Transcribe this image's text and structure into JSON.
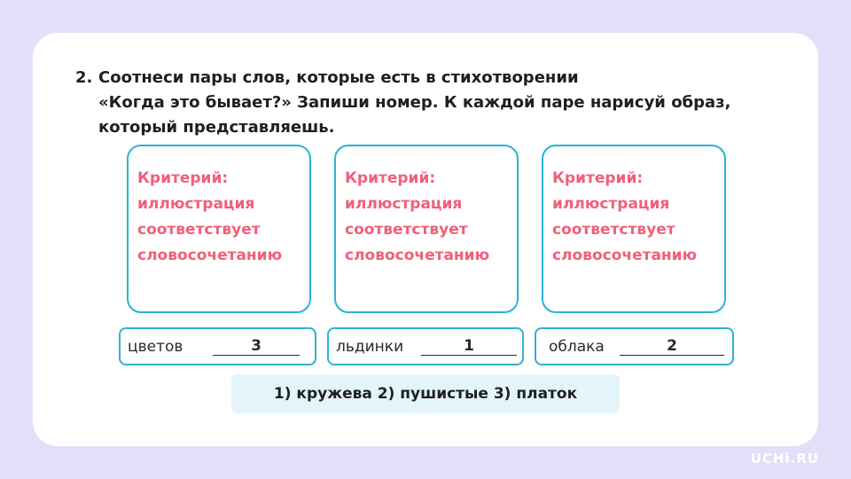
{
  "task": {
    "number": "2.",
    "lines": [
      "Соотнеси пары слов, которые есть в стихотворении",
      "«Когда это бывает?» Запиши номер. К каждой паре нарисуй образ,",
      "который представляешь."
    ]
  },
  "boxes": [
    {
      "criterion": "Критерий:\nиллюстрация\nсоответствует\nсловосочетанию"
    },
    {
      "criterion": "Критерий:\nиллюстрация\nсоответствует\nсловосочетанию"
    },
    {
      "criterion": "Критерий:\nиллюстрация\nсоответствует\nсловосочетанию"
    }
  ],
  "answers": [
    {
      "word": "цветов",
      "number": "3"
    },
    {
      "word": "льдинки",
      "number": "1"
    },
    {
      "word": "облака",
      "number": "2"
    }
  ],
  "hint": "1) кружева 2) пушистые 3) платок",
  "logo": "UCHi.RU",
  "colors": {
    "background": "#e4dff8",
    "card": "#ffffff",
    "border": "#2bb3d3",
    "criterion_text": "#f0607a",
    "hint_background": "#e3f5fb"
  }
}
